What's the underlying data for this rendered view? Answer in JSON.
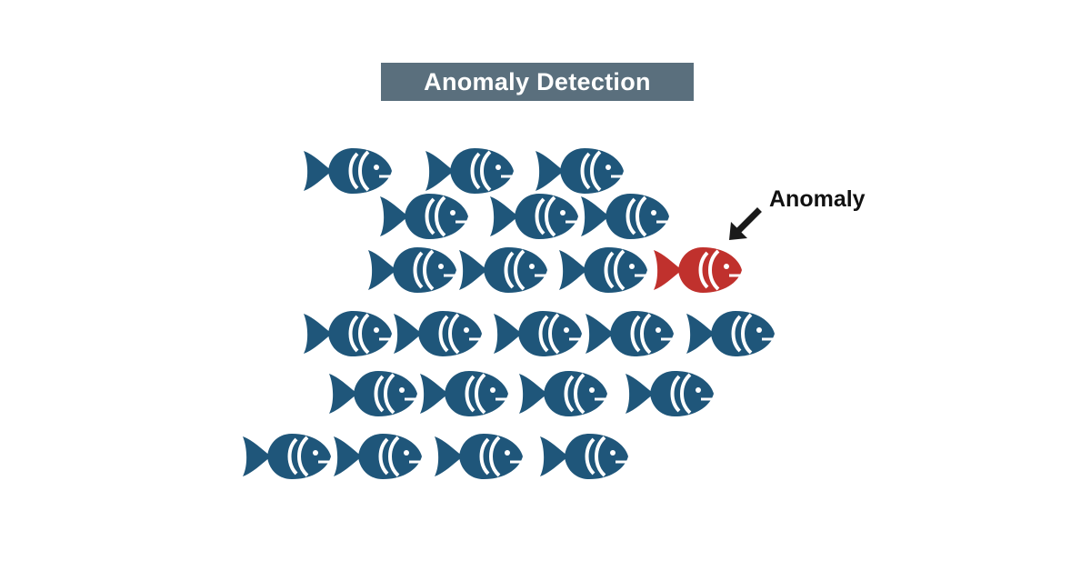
{
  "title": "Anomaly Detection",
  "anomaly_label": "Anomaly",
  "colors": {
    "banner": "#5a6f7d",
    "fish_normal": "#1f567a",
    "fish_anomaly": "#c0312d",
    "arrow": "#1a1a1a"
  },
  "icons": {
    "fish": "fish-icon",
    "arrow": "arrow-down-left-icon"
  },
  "fish_rows": [
    {
      "count": 3,
      "anomaly_index": null
    },
    {
      "count": 3,
      "anomaly_index": null
    },
    {
      "count": 4,
      "anomaly_index": 3
    },
    {
      "count": 5,
      "anomaly_index": null
    },
    {
      "count": 4,
      "anomaly_index": null
    },
    {
      "count": 4,
      "anomaly_index": null
    }
  ]
}
